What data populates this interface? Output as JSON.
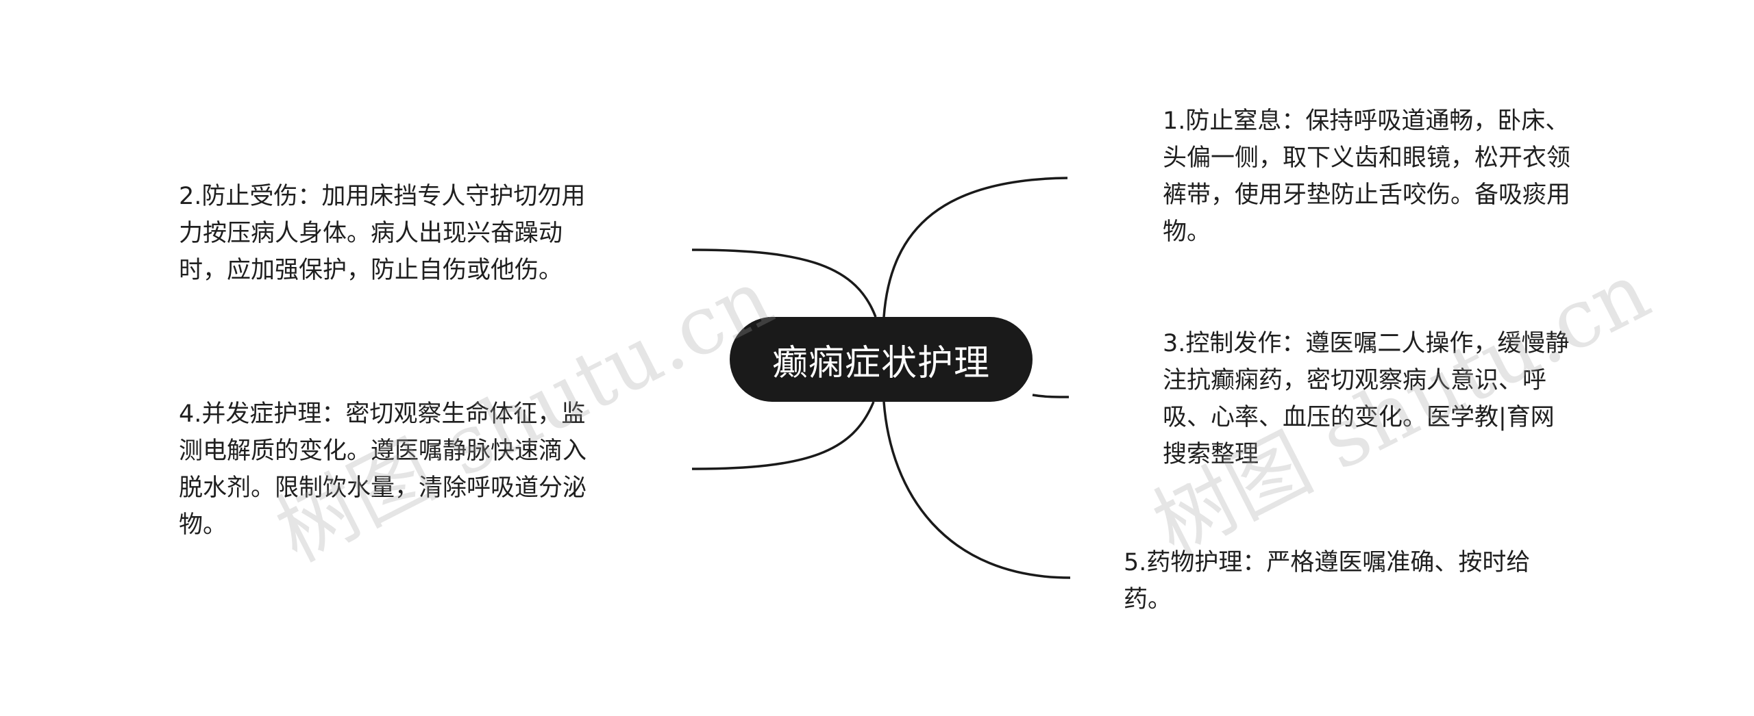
{
  "mindmap": {
    "central_topic": "癫痫症状护理",
    "branches": [
      {
        "id": "b1",
        "side": "right",
        "text": "1.防止窒息：保持呼吸道通畅，卧床、头偏一侧，取下义齿和眼镜，松开衣领裤带，使用牙垫防止舌咬伤。备吸痰用物。"
      },
      {
        "id": "b2",
        "side": "left",
        "text": "2.防止受伤：加用床挡专人守护切勿用力按压病人身体。病人出现兴奋躁动时，应加强保护，防止自伤或他伤。"
      },
      {
        "id": "b3",
        "side": "right",
        "text": "3.控制发作：遵医嘱二人操作，缓慢静注抗癫痫药，密切观察病人意识、呼吸、心率、血压的变化。医学教|育网搜索整理"
      },
      {
        "id": "b4",
        "side": "left",
        "text": "4.并发症护理：密切观察生命体征，监测电解质的变化。遵医嘱静脉快速滴入脱水剂。限制饮水量，清除呼吸道分泌物。"
      },
      {
        "id": "b5",
        "side": "right",
        "text": "5.药物护理：严格遵医嘱准确、按时给药。"
      }
    ]
  },
  "watermarks": [
    "树图 shutu.cn",
    "树图 shutu.cn"
  ],
  "colors": {
    "background": "#ffffff",
    "center_fill": "#1a1a1a",
    "center_text": "#ffffff",
    "line": "#1a1a1a",
    "text": "#1f1f1f"
  }
}
